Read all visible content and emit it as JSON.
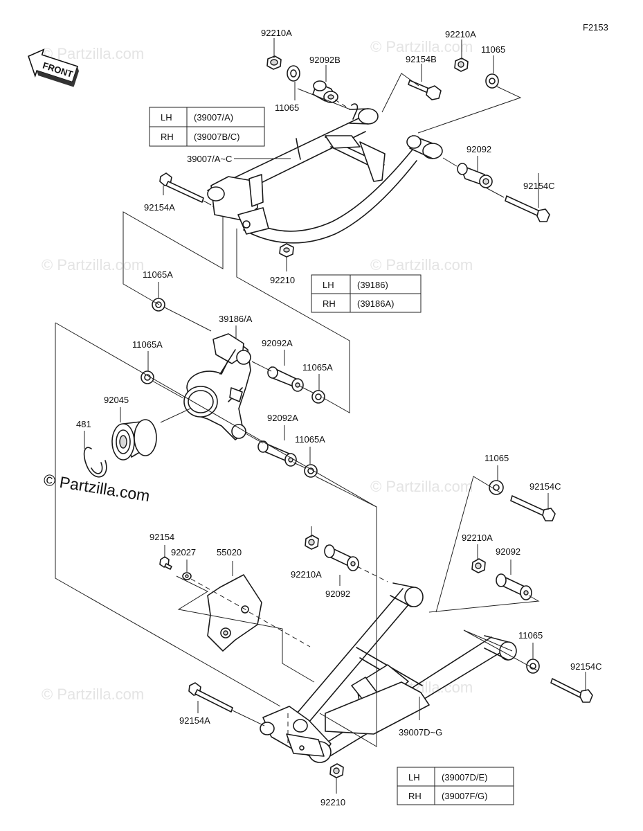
{
  "figure_code": "F2153",
  "front_label": "FRONT",
  "watermark_small": "© Partzilla.com",
  "watermark_big": "© Partzilla.com",
  "tables": {
    "upper": {
      "rows": [
        {
          "side": "LH",
          "part": "(39007/A)"
        },
        {
          "side": "RH",
          "part": "(39007B/C)"
        }
      ]
    },
    "knuckle": {
      "rows": [
        {
          "side": "LH",
          "part": "(39186)"
        },
        {
          "side": "RH",
          "part": "(39186A)"
        }
      ]
    },
    "lower": {
      "rows": [
        {
          "side": "LH",
          "part": "(39007D/E)"
        },
        {
          "side": "RH",
          "part": "(39007F/G)"
        }
      ]
    }
  },
  "labels": {
    "l_92210A_top_left": "92210A",
    "l_92092B": "92092B",
    "l_11065_top_left": "11065",
    "l_92210A_top_right": "92210A",
    "l_92154B": "92154B",
    "l_11065_top_right": "11065",
    "l_39007_upper": "39007/A~C",
    "l_92092_upper": "92092",
    "l_92154C_upper": "92154C",
    "l_92154A_upper": "92154A",
    "l_92210_upper": "92210",
    "l_11065A_1": "11065A",
    "l_39186": "39186/A",
    "l_11065A_2": "11065A",
    "l_92092A_1": "92092A",
    "l_11065A_3": "11065A",
    "l_92045": "92045",
    "l_481": "481",
    "l_92092A_2": "92092A",
    "l_11065A_4": "11065A",
    "l_11065_lower_1": "11065",
    "l_92154C_lower_1": "92154C",
    "l_92154": "92154",
    "l_92027": "92027",
    "l_55020": "55020",
    "l_92210A_lower_1": "92210A",
    "l_92092_lower_1": "92092",
    "l_92210A_lower_2": "92210A",
    "l_92092_lower_2": "92092",
    "l_11065_lower_2": "11065",
    "l_92154C_lower_2": "92154C",
    "l_92154A_lower": "92154A",
    "l_39007_lower": "39007D~G",
    "l_92210_lower": "92210"
  }
}
